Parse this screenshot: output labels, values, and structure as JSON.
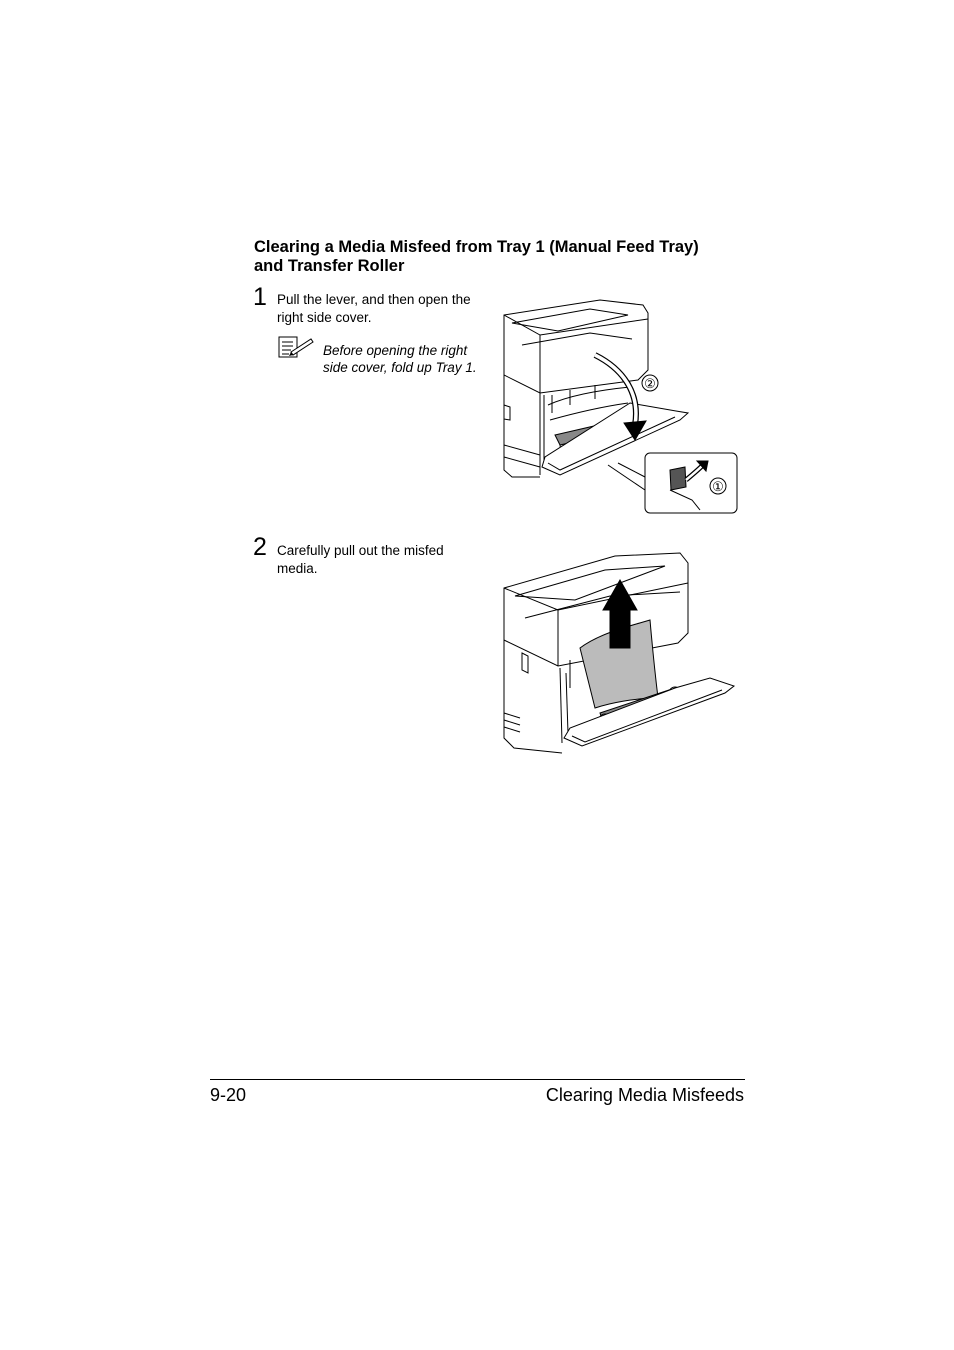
{
  "section": {
    "title_line1": "Clearing a Media Misfeed from Tray 1 (Manual Feed Tray)",
    "title_line2": "and Transfer Roller"
  },
  "steps": [
    {
      "number": "1",
      "text_line1": "Pull the lever, and then open the",
      "text_line2": "right side cover.",
      "note_line1": "Before opening the right",
      "note_line2": "side cover, fold up Tray 1.",
      "callouts": [
        "②",
        "①"
      ]
    },
    {
      "number": "2",
      "text_line1": "Carefully pull out the misfed",
      "text_line2": "media."
    }
  ],
  "footer": {
    "page_number": "9-20",
    "chapter_title": "Clearing Media Misfeeds"
  },
  "icons": [
    "note-icon"
  ]
}
